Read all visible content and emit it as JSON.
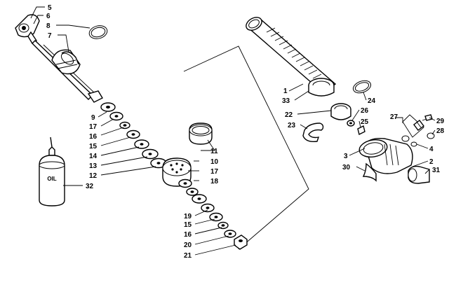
{
  "diagram": {
    "labels": {
      "l1": "1",
      "l2": "2",
      "l3": "3",
      "l4": "4",
      "l5": "5",
      "l6": "6",
      "l7": "7",
      "l8": "8",
      "l9": "9",
      "l10": "10",
      "l11": "11",
      "l12": "12",
      "l13": "13",
      "l14": "14",
      "l15": "15",
      "l16a": "16",
      "l16b": "16",
      "l17a": "17",
      "l17b": "17",
      "l18": "18",
      "l19": "19",
      "l20": "20",
      "l21": "21",
      "l22": "22",
      "l23": "23",
      "l24": "24",
      "l25": "25",
      "l26": "26",
      "l27": "27",
      "l28": "28",
      "l29": "29",
      "l30": "30",
      "l31": "31",
      "l32": "32",
      "l33": "33"
    },
    "bottle_text": "OIL"
  }
}
